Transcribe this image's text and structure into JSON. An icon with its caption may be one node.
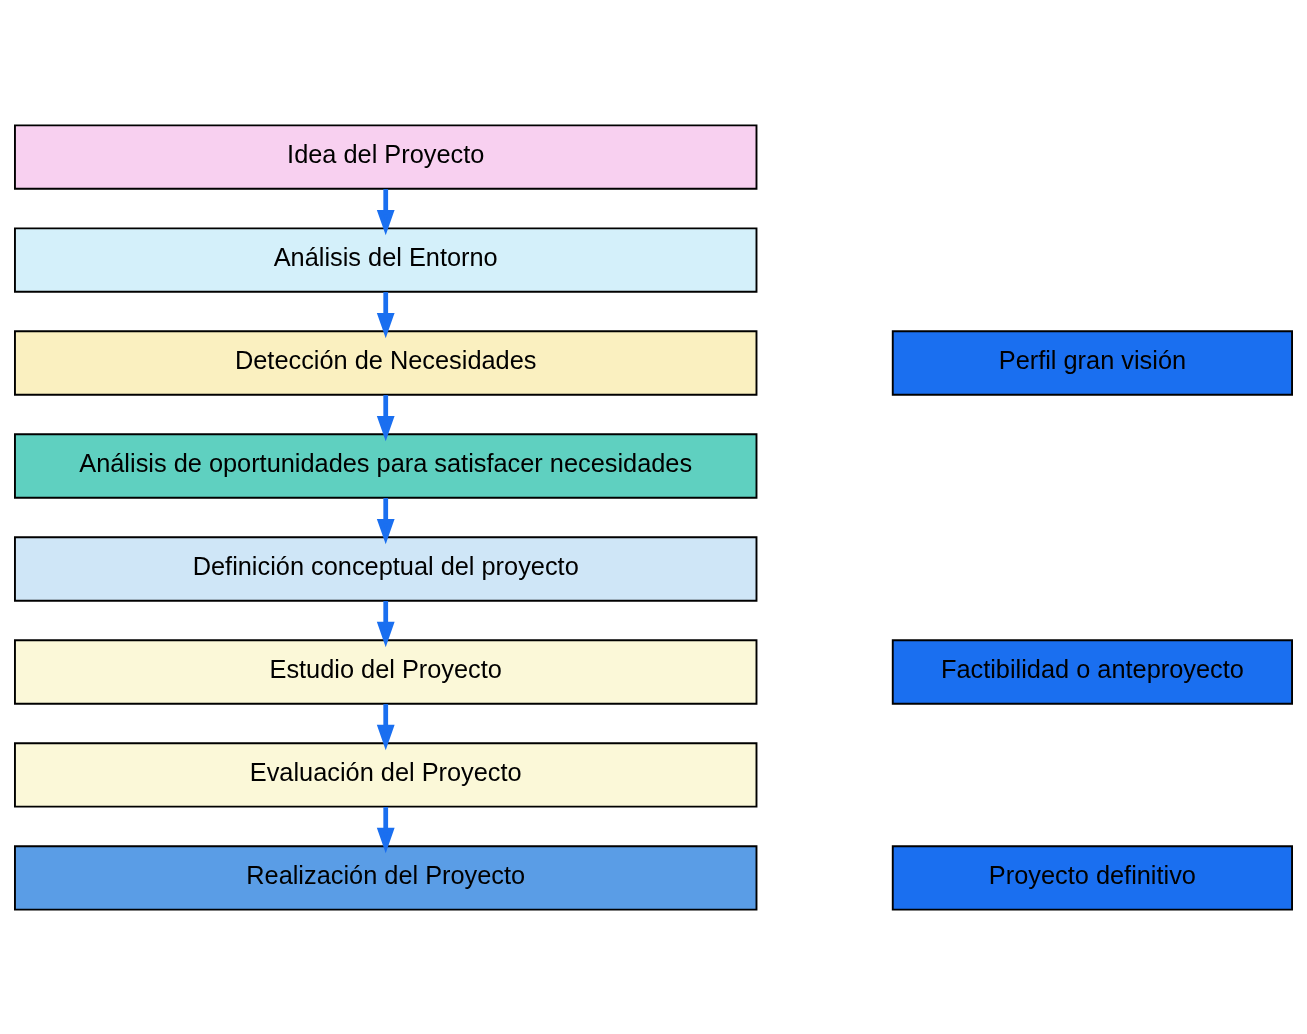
{
  "diagram": {
    "nodes": [
      {
        "text": [
          "Idea del Proyecto"
        ]
      },
      {
        "text": [
          "Análisis del Entorno"
        ]
      },
      {
        "text": [
          "Detección de Necesidades"
        ]
      },
      {
        "text": [
          "Análisis de oportunidades para satisfacer necesidades"
        ]
      },
      {
        "text": [
          "Definición conceptual del proyecto"
        ]
      },
      {
        "text": [
          "Estudio del Proyecto"
        ]
      },
      {
        "text": [
          "Evaluación del Proyecto"
        ]
      },
      {
        "text": [
          "Realización del Proyecto"
        ]
      },
      {
        "text": [
          "Perfil gran visión"
        ]
      },
      {
        "text": [
          "Factibilidad o anteproyecto"
        ]
      },
      {
        "text": [
          "Proyecto definitivo"
        ]
      }
    ],
    "edges": [
      {
        "from": 0,
        "to": 1,
        "arrow": "to"
      },
      {
        "from": 1,
        "to": 2,
        "arrow": "to"
      },
      {
        "from": 2,
        "to": 3,
        "arrow": "to"
      },
      {
        "from": 3,
        "to": 4,
        "arrow": "to"
      },
      {
        "from": 4,
        "to": 5,
        "arrow": "to"
      },
      {
        "from": 5,
        "to": 6,
        "arrow": "to"
      },
      {
        "from": 6,
        "to": 7,
        "arrow": "to"
      }
    ]
  }
}
